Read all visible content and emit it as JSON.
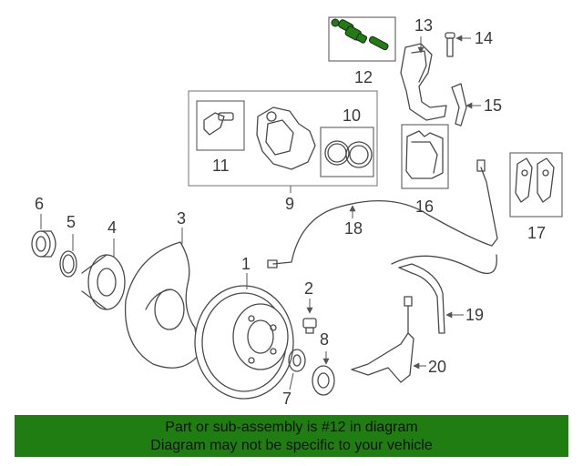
{
  "diagram": {
    "callouts": {
      "c1": "1",
      "c2": "2",
      "c3": "3",
      "c4": "4",
      "c5": "5",
      "c6": "6",
      "c7": "7",
      "c8": "8",
      "c9": "9",
      "c10": "10",
      "c11": "11",
      "c12": "12",
      "c13": "13",
      "c14": "14",
      "c15": "15",
      "c16": "16",
      "c17": "17",
      "c18": "18",
      "c19": "19",
      "c20": "20"
    },
    "highlight_color": "#1f7d12",
    "highlighted_part": "12"
  },
  "banner": {
    "line1": "Part or sub-assembly is #12 in diagram",
    "line2": "Diagram may not be specific to your vehicle",
    "background": "#1f7d12"
  }
}
